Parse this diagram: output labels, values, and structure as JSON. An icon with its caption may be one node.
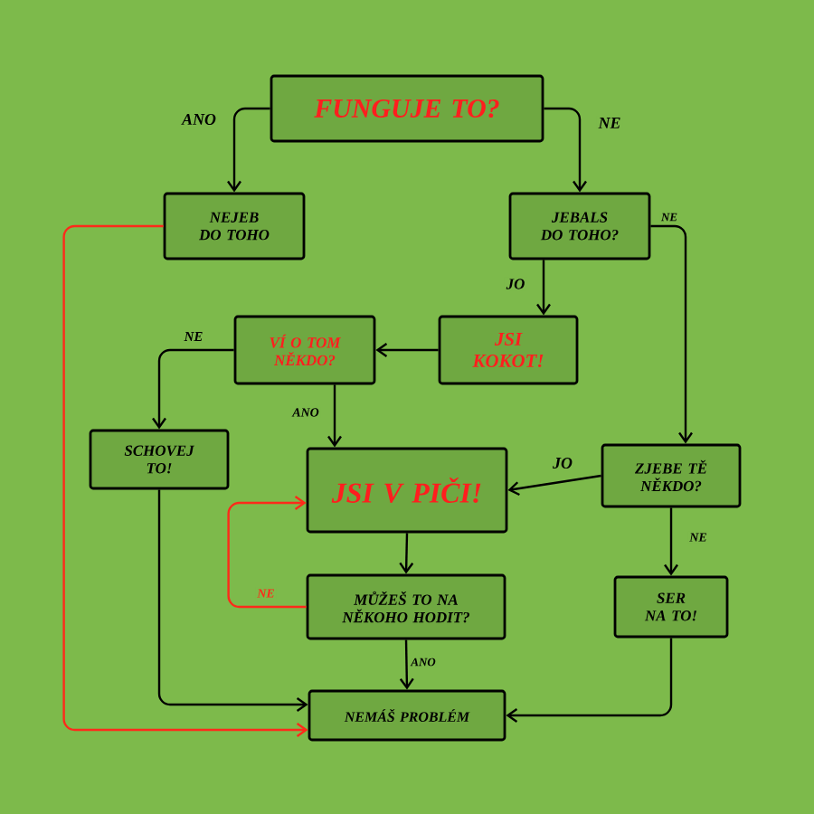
{
  "diagram": {
    "nodes": [
      {
        "text": [
          "FUNGUJE TO?"
        ]
      },
      {
        "text": [
          "NEJEB DO TOHO"
        ]
      },
      {
        "text": [
          "JEBALS DO TOHO?"
        ]
      },
      {
        "text": [
          "JSI KOKOT!"
        ]
      },
      {
        "text": [
          "VÍ O TOM NĚKDO?"
        ]
      },
      {
        "text": [
          "SCHOVEJ TO!"
        ]
      },
      {
        "text": [
          "JSI V PIČI!"
        ]
      },
      {
        "text": [
          "ZJEBE TĚ NĚKDO?"
        ]
      },
      {
        "text": [
          "MŮŽEŠ TO NA NĚKOHO HODIT?"
        ]
      },
      {
        "text": [
          "SER NA TO!"
        ]
      },
      {
        "text": [
          "NEMÁŠ PROBLÉM"
        ]
      }
    ],
    "edges": [
      {
        "from": 0,
        "to": 1,
        "arrow": "to",
        "label": "ANO"
      },
      {
        "from": 0,
        "to": 2,
        "arrow": "to",
        "label": "NE"
      },
      {
        "from": 2,
        "to": 3,
        "arrow": "to",
        "label": "JO"
      },
      {
        "from": 2,
        "to": 7,
        "arrow": "to",
        "label": "NE"
      },
      {
        "from": 3,
        "to": 4,
        "arrow": "to"
      },
      {
        "from": 4,
        "to": 5,
        "arrow": "to",
        "label": "NE"
      },
      {
        "from": 4,
        "to": 6,
        "arrow": "to",
        "label": "ANO"
      },
      {
        "from": 7,
        "to": 6,
        "arrow": "to",
        "label": "JO"
      },
      {
        "from": 7,
        "to": 9,
        "arrow": "to",
        "label": "NE"
      },
      {
        "from": 6,
        "to": 8,
        "arrow": "to"
      },
      {
        "from": 8,
        "to": 6,
        "arrow": "to",
        "label": "NE",
        "color": "#ff2a1a"
      },
      {
        "from": 8,
        "to": 10,
        "arrow": "to",
        "label": "ANO"
      },
      {
        "from": 5,
        "to": 10,
        "arrow": "to"
      },
      {
        "from": 9,
        "to": 10,
        "arrow": "to"
      },
      {
        "from": 1,
        "to": 10,
        "arrow": "to",
        "color": "#ff2a1a"
      }
    ]
  }
}
